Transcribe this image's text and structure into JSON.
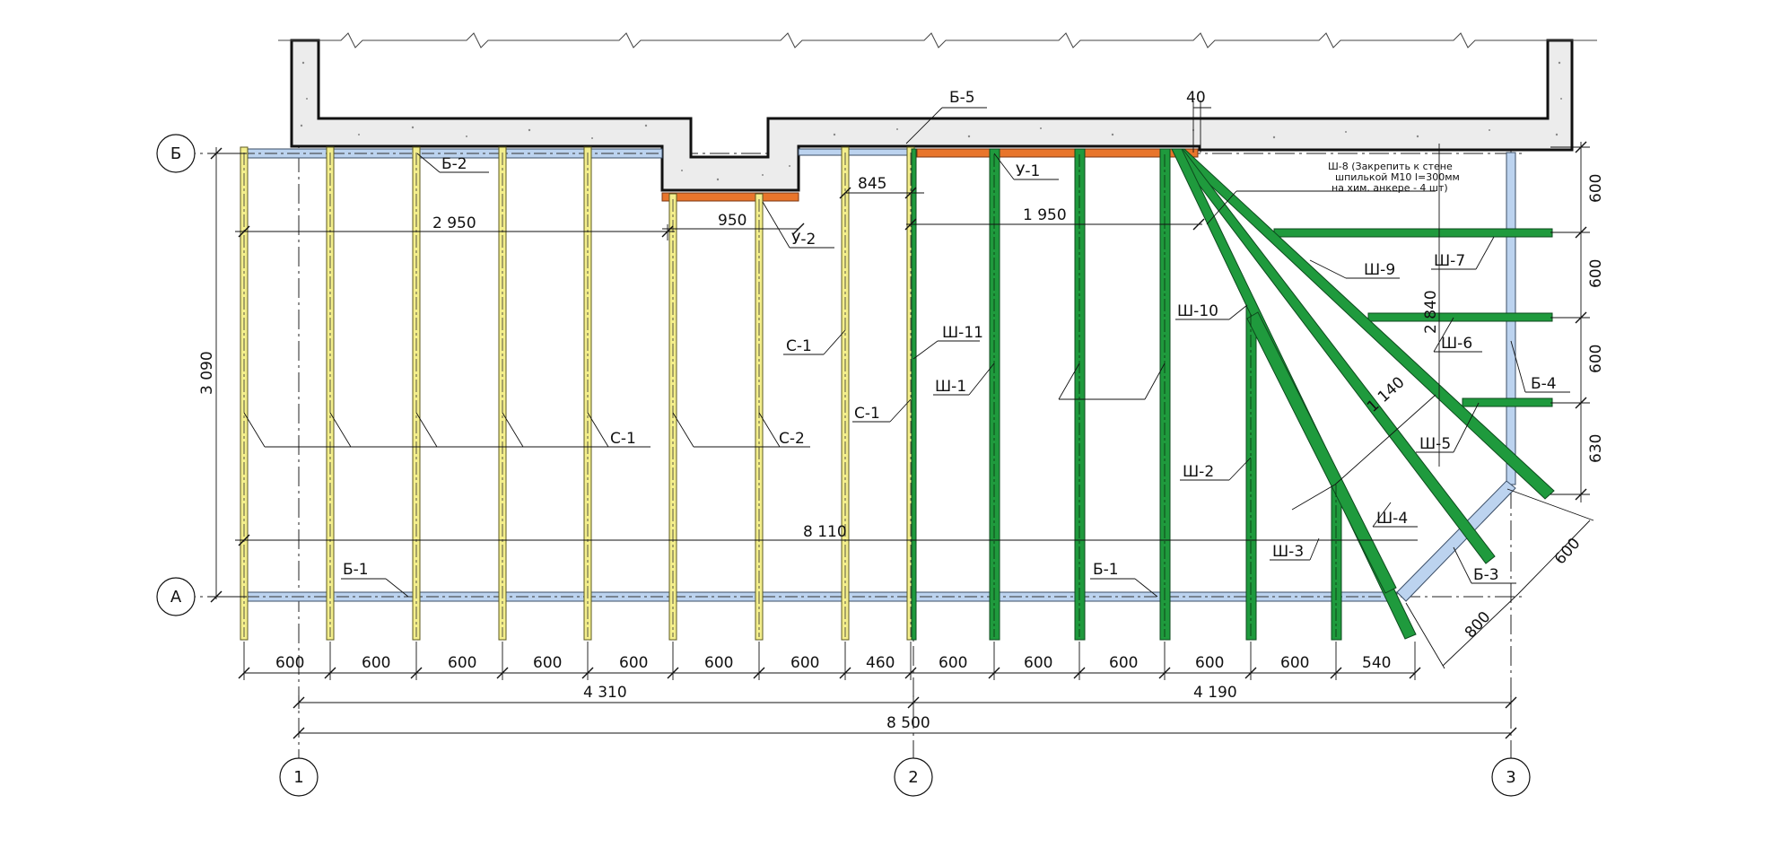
{
  "axes": {
    "rows": [
      {
        "id": "row-B",
        "label": "Б"
      },
      {
        "id": "row-A",
        "label": "А"
      }
    ],
    "cols": [
      {
        "id": "col-1",
        "label": "1"
      },
      {
        "id": "col-2",
        "label": "2"
      },
      {
        "id": "col-3",
        "label": "3"
      }
    ]
  },
  "labels": {
    "b5": "Б-5",
    "b2": "Б-2",
    "b1": "Б-1",
    "b3": "Б-3",
    "b4": "Б-4",
    "u1": "У-1",
    "u2": "У-2",
    "c1": "С-1",
    "c2": "С-2",
    "sh1": "Ш-1",
    "sh2": "Ш-2",
    "sh3": "Ш-3",
    "sh4": "Ш-4",
    "sh5": "Ш-5",
    "sh6": "Ш-6",
    "sh7": "Ш-7",
    "sh9": "Ш-9",
    "sh10": "Ш-10",
    "sh11": "Ш-11",
    "sh8_note": [
      "Ш-8 (Закрепить к стене",
      "шпилькой М10 l=300мм",
      "на хим. анкере - 4 шт)"
    ]
  },
  "dims": {
    "d40": "40",
    "d845": "845",
    "d950": "950",
    "d1950": "1 950",
    "d2950": "2 950",
    "d3090": "3 090",
    "d8110": "8 110",
    "d2840": "2 840",
    "d1140": "1 140",
    "bottom": [
      "600",
      "600",
      "600",
      "600",
      "600",
      "600",
      "600",
      "460",
      "600",
      "600",
      "600",
      "600",
      "600",
      "540"
    ],
    "d4310": "4 310",
    "d4190": "4 190",
    "d8500": "8 500",
    "right": [
      "600",
      "600",
      "600",
      "630"
    ],
    "d600diag": "600",
    "d800diag": "800"
  },
  "colors": {
    "beam_blue": "#bcd3ef",
    "rafter_yellow": "#f3ee8c",
    "rafter_green": "#1f9a3d",
    "purlin_orange": "#e8752b",
    "wall_fill": "#ececec",
    "ink": "#111111"
  }
}
